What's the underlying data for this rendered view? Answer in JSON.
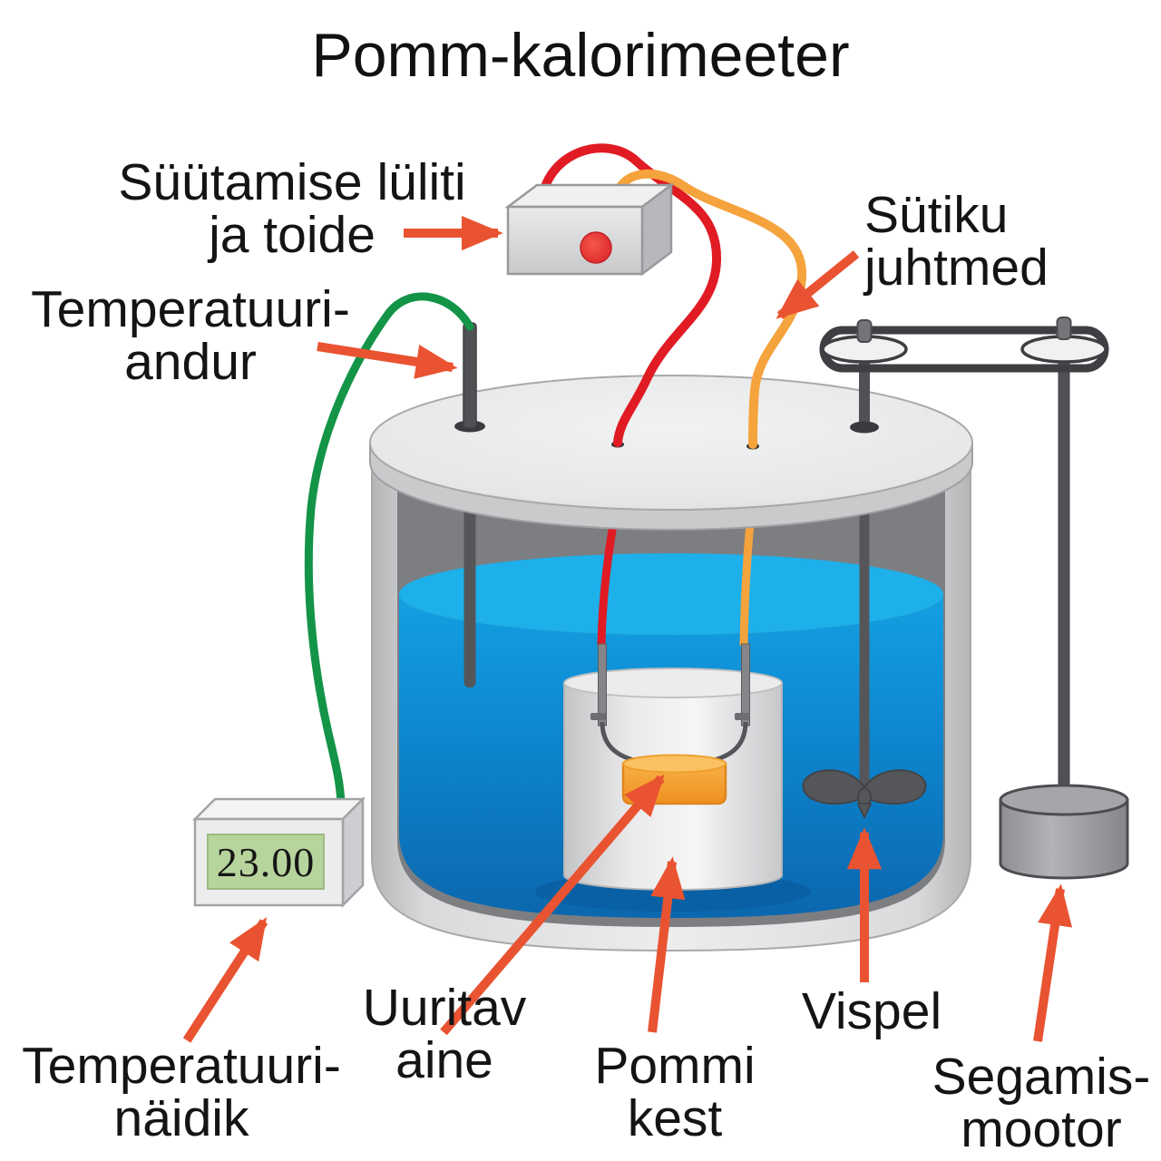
{
  "title": "Pomm-kalorimeeter",
  "display": {
    "value": "23.00"
  },
  "labels": {
    "ignition": {
      "line1": "Süütamise lüliti",
      "line2": "ja toide"
    },
    "sensor": {
      "line1": "Temperatuuri-",
      "line2": "andur"
    },
    "fuse": {
      "line1": "Sütiku",
      "line2": "juhtmed"
    },
    "display": {
      "line1": "Temperatuuri-",
      "line2": "näidik"
    },
    "sample": {
      "line1": "Uuritav",
      "line2": "aine"
    },
    "bomb": {
      "line1": "Pommi",
      "line2": "kest"
    },
    "stirrer": {
      "line1": "Vispel"
    },
    "motor": {
      "line1": "Segamis-",
      "line2": "mootor"
    }
  },
  "colors": {
    "arrow": "#e95331",
    "wire_red": "#e01b24",
    "wire_orange": "#f5a33c",
    "wire_green": "#139447",
    "water_top": "#1db0ea",
    "water_body": "#0d86cf",
    "sample_cup": "#f5a031",
    "screen_green": "#b7d49c",
    "shell_grey": "#d8d9da",
    "dark_metal": "#55565a"
  }
}
